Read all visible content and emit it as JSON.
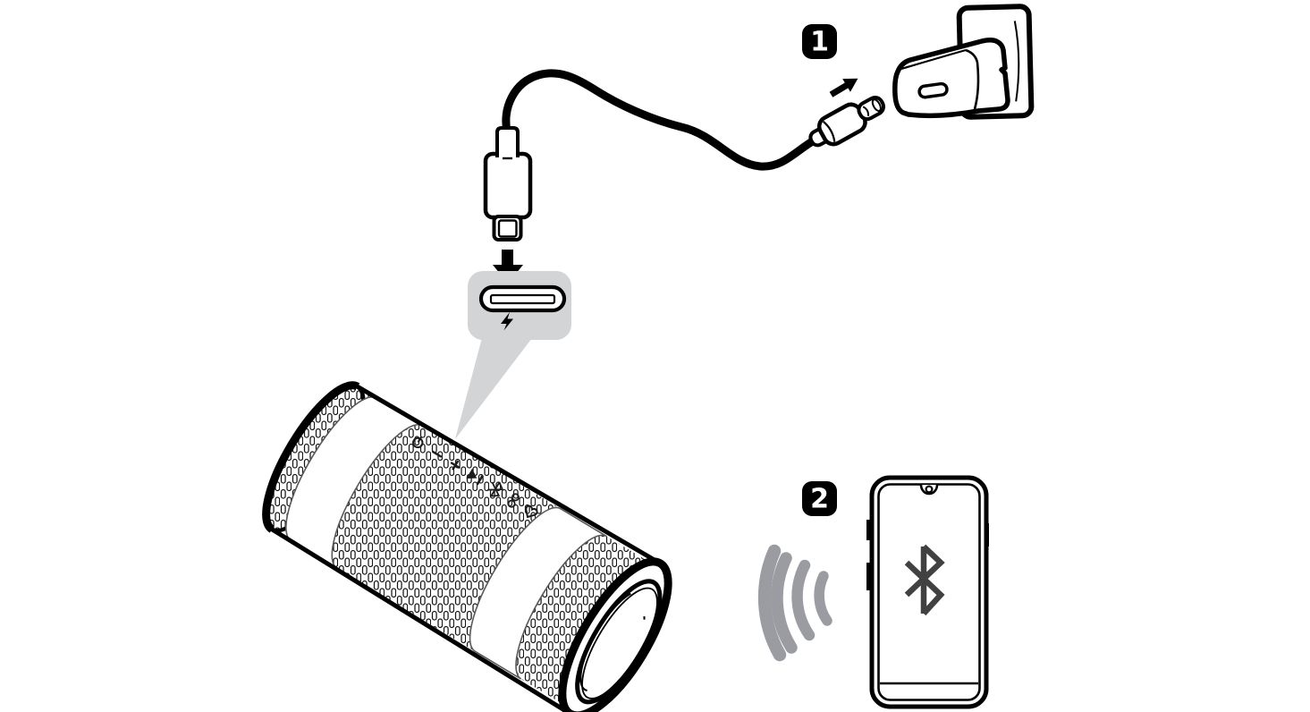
{
  "steps": [
    {
      "number": "1"
    },
    {
      "number": "2"
    }
  ],
  "colors": {
    "line": "#000000",
    "background": "#ffffff",
    "callout_gray": "#d3d4d6",
    "wave_gray": "#9a9ca1",
    "bluetooth_glyph": "#414141"
  },
  "icons": [
    "step-1-badge",
    "step-2-badge",
    "wall-outlet-plate",
    "usb-power-adapter",
    "usb-c-port-on-adapter",
    "insert-arrow-icon",
    "usb-cable",
    "usb-c-connector-to-adapter",
    "usb-c-plug",
    "down-arrow-icon",
    "usb-c-port-callout",
    "usb-c-port-icon",
    "lightning-bolt-icon",
    "speaker",
    "speaker-mesh",
    "power-icon",
    "volume-minus-icon",
    "volume-plus-icon",
    "play-pause-icon",
    "bluetooth-small-icon",
    "link-icon",
    "heart-icon",
    "signal-waves-icon",
    "smartphone",
    "bluetooth-icon"
  ]
}
